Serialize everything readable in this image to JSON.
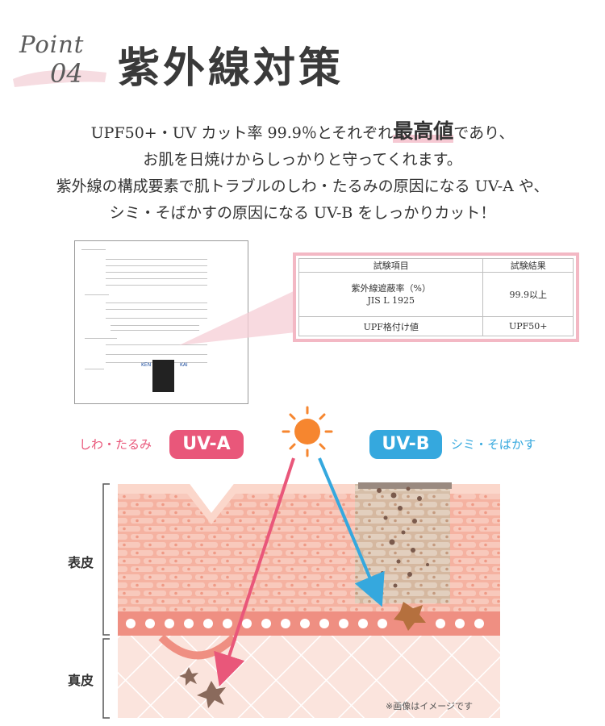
{
  "heading": {
    "point_word": "Point",
    "point_number": "04",
    "title": "紫外線対策"
  },
  "body": {
    "line1_pre": "UPF50+・UV カット率 99.9％とそれぞれ",
    "line1_highlight": "最高値",
    "line1_post": "であり、",
    "line2": "お肌を日焼けからしっかりと守ってくれます。",
    "line3": "紫外線の構成要素で肌トラブルのしわ・たるみの原因になる UV-A や、",
    "line4": "シミ・そばかすの原因になる UV-B をしっかりカット！"
  },
  "document": {
    "fabric_label_left": "KEN",
    "fabric_label_right": "KAI"
  },
  "result_table": {
    "headers": [
      "試験項目",
      "試験結果"
    ],
    "rows": [
      {
        "item_line1": "紫外線遮蔽率（%）",
        "item_line2": "JIS L 1925",
        "result": "99.9以上"
      },
      {
        "item_line1": "UPF格付け値",
        "item_line2": "",
        "result": "UPF50+"
      }
    ]
  },
  "illustration": {
    "uva_label": "しわ・たるみ",
    "uva_badge": "UV-A",
    "uvb_badge": "UV-B",
    "uvb_label": "シミ・そばかす",
    "epidermis_label": "表皮",
    "dermis_label": "真皮",
    "note": "※画像はイメージです",
    "colors": {
      "uva": "#e9577a",
      "uvb": "#35a8de",
      "sun": "#f6862f",
      "skin": "#f7c7b3"
    }
  }
}
